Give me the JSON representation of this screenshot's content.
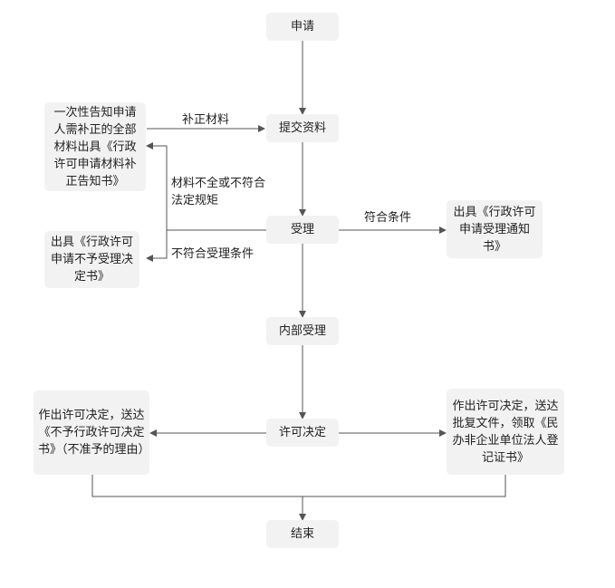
{
  "nodes": {
    "apply": "申请",
    "submit": "提交资料",
    "accept": "受理",
    "internal": "内部受理",
    "decision": "许可决定",
    "end": "结束",
    "notify_correction": "一次性告知申请人需补正的全部材料出具《行政许可申请材料补正告知书》",
    "not_accepted": "出具《行政许可申请不予受理决定书》",
    "accepted_notice": "出具《行政许可申请受理通知书》",
    "deny": "作出许可决定，送达《不予行政许可决定书》（不准予的理由）",
    "grant": "作出许可决定，送达批复文件，领取《民办非企业单位法人登记证书》"
  },
  "edge_labels": {
    "correct_materials": "补正材料",
    "incomplete": "材料不全或不符合法定规矩",
    "qualified": "符合条件",
    "not_qualified": "不符合受理条件"
  },
  "colors": {
    "node_fill": "#f2f2f2",
    "line": "#555555",
    "text": "#222222"
  }
}
